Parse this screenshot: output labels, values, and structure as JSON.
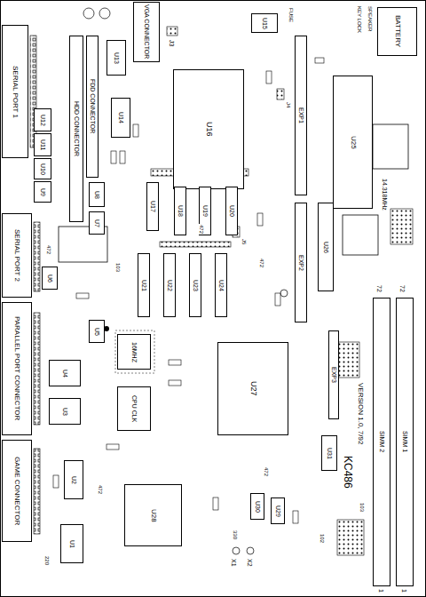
{
  "diagram": {
    "nodes": [
      {
        "text": [
          "VGA CONNECTOR"
        ]
      },
      {
        "text": [
          "BATTERY"
        ]
      },
      {
        "text": [
          "SERIAL PORT 1"
        ]
      },
      {
        "text": [
          "FDD CONNECTOR"
        ]
      },
      {
        "text": [
          "HDD CONNECTOR"
        ]
      },
      {
        "text": [
          "U13"
        ]
      },
      {
        "text": [
          "U15"
        ]
      },
      {
        "text": [
          "U16"
        ]
      },
      {
        "text": [
          "EXP1"
        ]
      },
      {
        "text": [
          "U25"
        ]
      },
      {
        "text": [
          "U14"
        ]
      },
      {
        "text": [
          "U12"
        ]
      },
      {
        "text": [
          "U11"
        ]
      },
      {
        "text": [
          "U10"
        ]
      },
      {
        "text": [
          "U9"
        ]
      },
      {
        "text": [
          "U8"
        ]
      },
      {
        "text": [
          "U7"
        ]
      },
      {
        "text": [
          "U17"
        ]
      },
      {
        "text": [
          "U18"
        ]
      },
      {
        "text": [
          "U19"
        ]
      },
      {
        "text": [
          "U20"
        ]
      },
      {
        "text": [
          "EXP2"
        ]
      },
      {
        "text": [
          "U26"
        ]
      },
      {
        "text": [
          "SERIAL PORT 2"
        ]
      },
      {
        "text": [
          "U6"
        ]
      },
      {
        "text": [
          "U21"
        ]
      },
      {
        "text": [
          "U22"
        ]
      },
      {
        "text": [
          "U23"
        ]
      },
      {
        "text": [
          "U24"
        ]
      },
      {
        "text": [
          "PARALLEL PORT CONNECTOR"
        ]
      },
      {
        "text": [
          "U5"
        ]
      },
      {
        "text": [
          "16MHZ"
        ]
      },
      {
        "text": [
          "EXP3"
        ]
      },
      {
        "text": [
          "U4"
        ]
      },
      {
        "text": [
          "U27"
        ]
      },
      {
        "text": [
          "CPU CLK"
        ]
      },
      {
        "text": [
          "U3"
        ]
      },
      {
        "text": [
          "U31"
        ]
      },
      {
        "text": [
          "GAME CONNECTOR"
        ]
      },
      {
        "text": [
          "U2"
        ]
      },
      {
        "text": [
          "U28"
        ]
      },
      {
        "text": [
          "U30"
        ]
      },
      {
        "text": [
          "U29"
        ]
      },
      {
        "text": [
          "U1"
        ]
      },
      {
        "text": [
          "SIMM 2"
        ]
      },
      {
        "text": [
          "SIMM 1"
        ]
      }
    ],
    "labels": [
      "KC486",
      "VERSION 1.0, 7/92",
      "14.318MHz",
      "SPEAKER",
      "KEY LOCK",
      "FUSE",
      "J3",
      "J4",
      "J5",
      "X1",
      "X2",
      "72",
      "72",
      "1",
      "1",
      "472",
      "472",
      "472",
      "472",
      "472",
      "330",
      "103",
      "102",
      "220",
      "103"
    ]
  }
}
